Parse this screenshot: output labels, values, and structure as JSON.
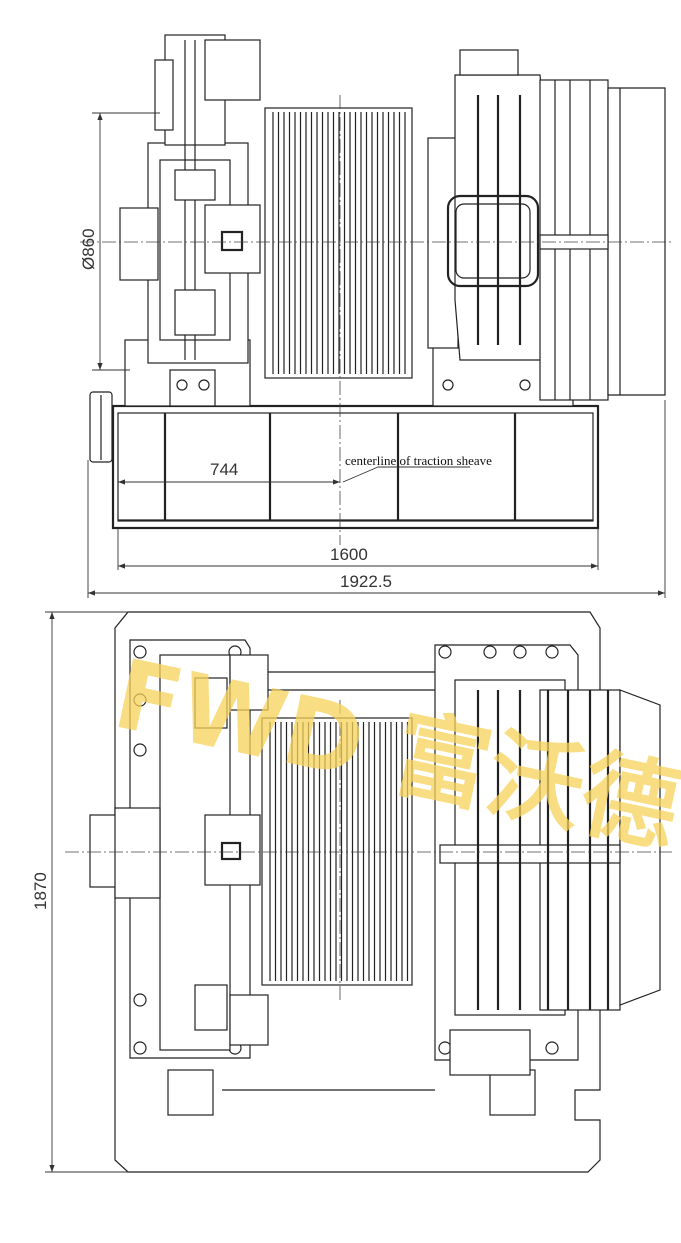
{
  "drawing": {
    "front_view": {
      "dimensions": {
        "sheave_diameter": "Ø860",
        "sheave_centerline_offset": "744",
        "base_length": "1600",
        "overall_length": "1922.5"
      },
      "annotation": "centerline of traction sheave"
    },
    "plan_view": {
      "dimensions": {
        "overall_width": "1870"
      }
    },
    "watermark": "FWD 富沃德",
    "watermark_color": "#f7d25a",
    "line_color": "#222222"
  }
}
